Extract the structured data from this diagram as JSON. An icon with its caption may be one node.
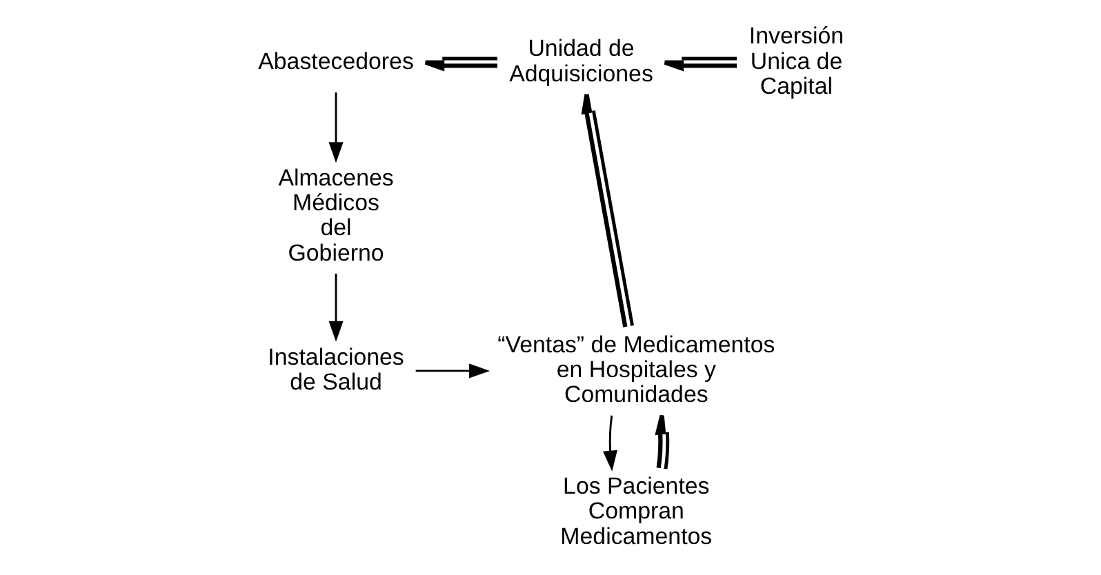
{
  "diagram": {
    "nodes": [
      {
        "text": [
          "Abastecedores"
        ]
      },
      {
        "text": [
          "Unidad de Adquisiciones"
        ]
      },
      {
        "text": [
          "Inversión Unica de Capital"
        ]
      },
      {
        "text": [
          "Almacenes Médicos del Gobierno"
        ]
      },
      {
        "text": [
          "Instalaciones de Salud"
        ]
      },
      {
        "text": [
          "“Ventas” de Medicamentos en Hospitales y Comunidades"
        ]
      },
      {
        "text": [
          "Los Pacientes Compran Medicamentos"
        ]
      }
    ],
    "edges": [
      {
        "from": 1,
        "to": 0,
        "arrow": "to",
        "style": "thick"
      },
      {
        "from": 2,
        "to": 1,
        "arrow": "to",
        "style": "thick"
      },
      {
        "from": 0,
        "to": 3,
        "arrow": "to"
      },
      {
        "from": 3,
        "to": 4,
        "arrow": "to"
      },
      {
        "from": 4,
        "to": 5,
        "arrow": "to"
      },
      {
        "from": 5,
        "to": 1,
        "arrow": "to",
        "style": "thick"
      },
      {
        "from": 5,
        "to": 6,
        "arrow": "to"
      },
      {
        "from": 6,
        "to": 5,
        "arrow": "to",
        "style": "thick"
      }
    ]
  }
}
